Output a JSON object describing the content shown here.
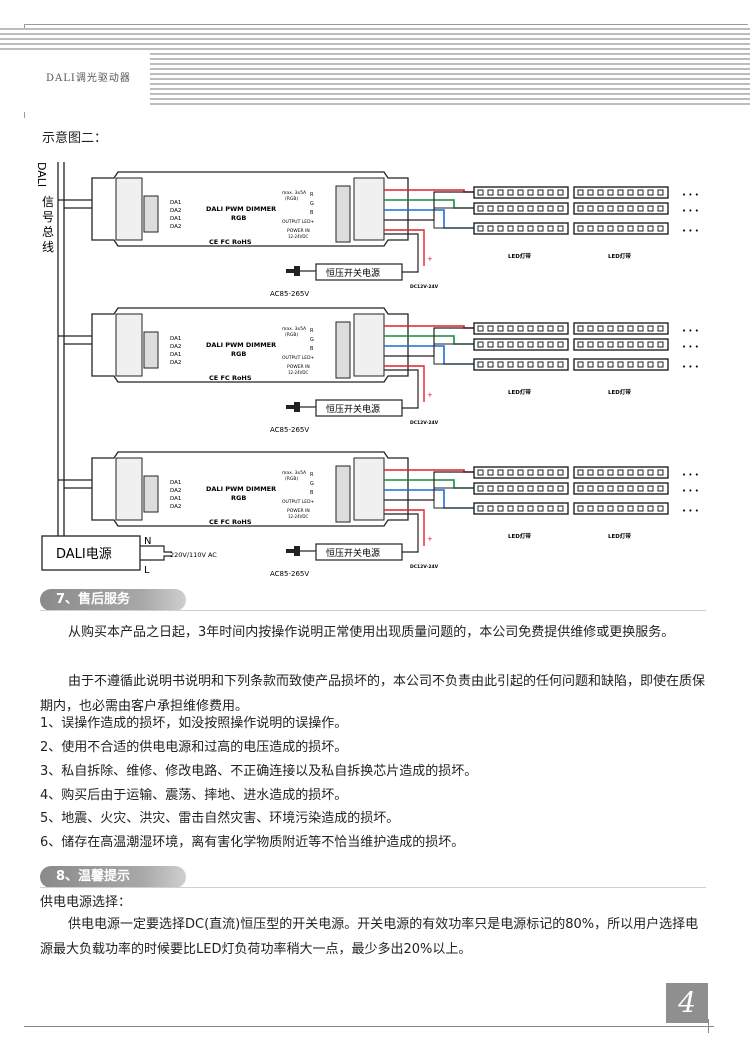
{
  "header": {
    "title": "DALI调光驱动器"
  },
  "diagram": {
    "caption": "示意图二：",
    "bus_label": [
      "DALI",
      "信",
      "号",
      "总",
      "线"
    ],
    "ports_in": [
      "DA1",
      "DA2",
      "DA1",
      "DA2"
    ],
    "device_name_1": "DALI PWM DIMMER",
    "device_name_2": "RGB",
    "cert": "CE FC RoHS",
    "spec_1": "max. 3x5A",
    "spec_2": "(RGB)",
    "out_r": "R",
    "out_g": "G",
    "out_b": "B",
    "output_label": "OUTPUT LED+",
    "power_label": "POWER IN",
    "power_range": "12-24VDC",
    "psu_label": "恒压开关电源",
    "ac_label": "AC85-265V",
    "dc_label": "DC12V-24V",
    "strip_label": "LED灯带",
    "ellipsis": "• • •",
    "dali_power": "DALI电源",
    "n_label": "N",
    "l_label": "L",
    "mains_label": "220V/110V AC",
    "plus": "+",
    "minus": "-"
  },
  "section7": {
    "title": "7、售后服务",
    "p1": "从购买本产品之日起，3年时间内按操作说明正常使用出现质量问题的，本公司免费提供维修或更换服务。",
    "p2": "由于不遵循此说明书说明和下列条款而致使产品损坏的，本公司不负责由此引起的任何问题和缺陷，即使在质保期内，也必需由客户承担维修费用。",
    "items": [
      "1、误操作造成的损坏，如没按照操作说明的误操作。",
      "2、使用不合适的供电电源和过高的电压造成的损坏。",
      "3、私自拆除、维修、修改电路、不正确连接以及私自拆换芯片造成的损坏。",
      "4、购买后由于运输、震荡、摔地、进水造成的损坏。",
      "5、地震、火灾、洪灾、雷击自然灾害、环境污染造成的损坏。",
      "6、储存在高温潮湿环境，离有害化学物质附近等不恰当维护造成的损坏。"
    ]
  },
  "section8": {
    "title": "8、温馨提示",
    "subtitle": "供电电源选择：",
    "p1": "供电电源一定要选择DC(直流)恒压型的开关电源。开关电源的有效功率只是电源标记的80%，所以用户选择电源最大负载功率的时候要比LED灯负荷功率稍大一点，最少多出20%以上。"
  },
  "page_number": "4",
  "colors": {
    "red": "#e0202a",
    "green": "#1a8a3a",
    "blue": "#1e6fd0",
    "tag_gray": "#8a8a8a"
  }
}
